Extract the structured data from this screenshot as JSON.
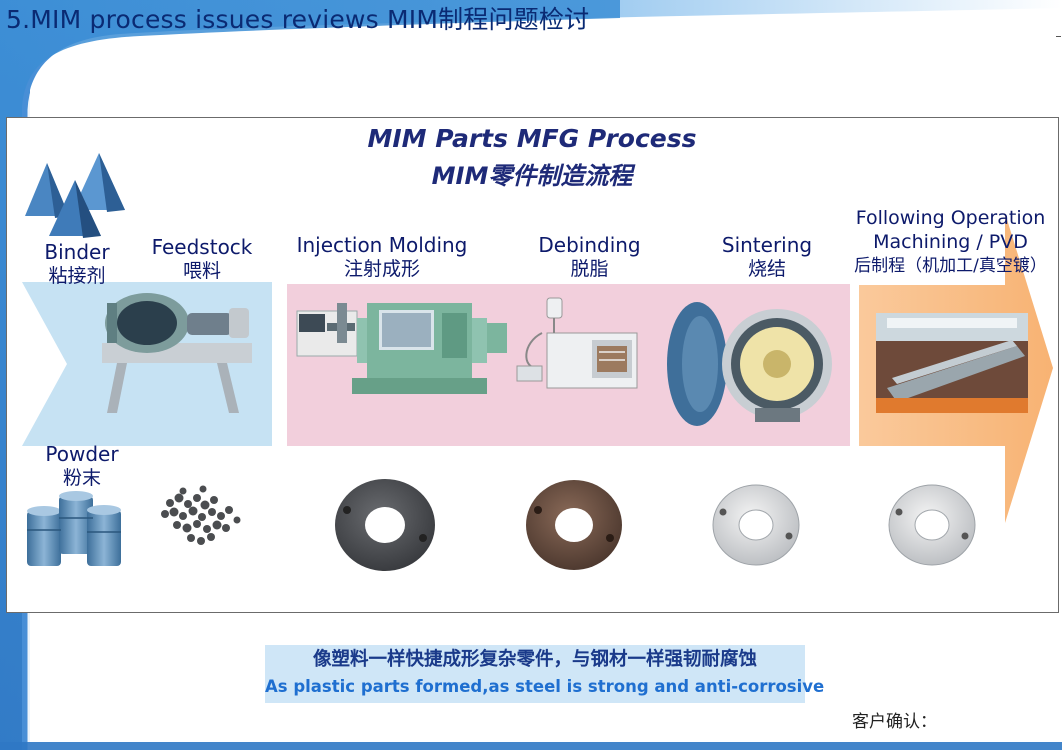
{
  "slide": {
    "title": "5.MIM process issues reviews MIM制程问题检讨",
    "colors": {
      "title": "#0a2a73",
      "swoosh_blue": "#3c8fd6",
      "pink_band": "#f2cfdc",
      "blue_band": "#c6e2f3",
      "orange_arrow": "#f6b275",
      "slogan_box": "#cfe6f7"
    }
  },
  "process": {
    "title_en": "MIM Parts MFG Process",
    "title_cn": "MIM零件制造流程",
    "stages": {
      "binder": {
        "en": "Binder",
        "cn": "粘接剂",
        "icon": "pyramid-icon"
      },
      "powder": {
        "en": "Powder",
        "cn": "粉末",
        "icon": "barrel-icon"
      },
      "feedstock": {
        "en": "Feedstock",
        "cn": "喂料",
        "icon": "mixer-machine-icon"
      },
      "injection": {
        "en": "Injection Molding",
        "cn": "注射成形",
        "icon": "injection-machine-icon"
      },
      "debinding": {
        "en": "Debinding",
        "cn": "脱脂",
        "icon": "debinding-furnace-icon"
      },
      "sintering": {
        "en": "Sintering",
        "cn": "烧结",
        "icon": "sintering-furnace-icon"
      },
      "following": {
        "en1": "Following Operation",
        "en2": "Machining / PVD",
        "cn": "后制程（机加工/真空镀）",
        "icon": "machining-line-icon"
      }
    }
  },
  "slogan": {
    "cn": "像塑料一样快捷成形复杂零件，与钢材一样强韧耐腐蚀",
    "en": "As plastic parts formed,as steel is strong and anti-corrosive"
  },
  "footer": {
    "confirm_label": "客户确认："
  }
}
